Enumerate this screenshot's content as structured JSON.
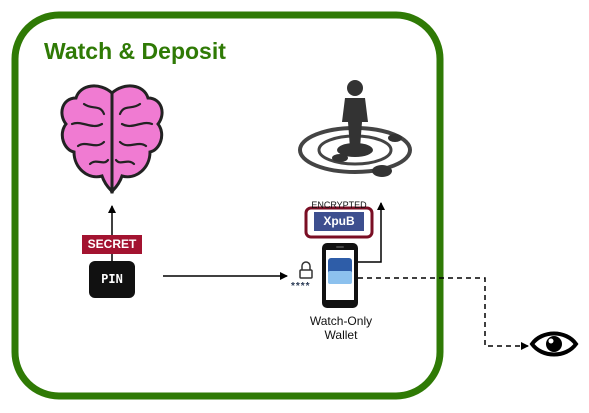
{
  "title": "Watch & Deposit",
  "nodes": {
    "secret": "SECRET",
    "pin": "PIN",
    "encrypted": "ENCRYPTED",
    "xpub": "XpuB",
    "stars": "****",
    "wallet_line1": "Watch-Only",
    "wallet_line2": "Wallet"
  },
  "icons": {
    "brain": "brain-icon",
    "watcher": "watching-person-icon",
    "phone": "smartphone-icon",
    "lock": "padlock-icon",
    "eye": "eye-icon"
  },
  "colors": {
    "frame": "#2f7a05",
    "secret_bg": "#a31330",
    "xpub_bg": "#3d4f8f",
    "brain_fill": "#f07bd2"
  }
}
